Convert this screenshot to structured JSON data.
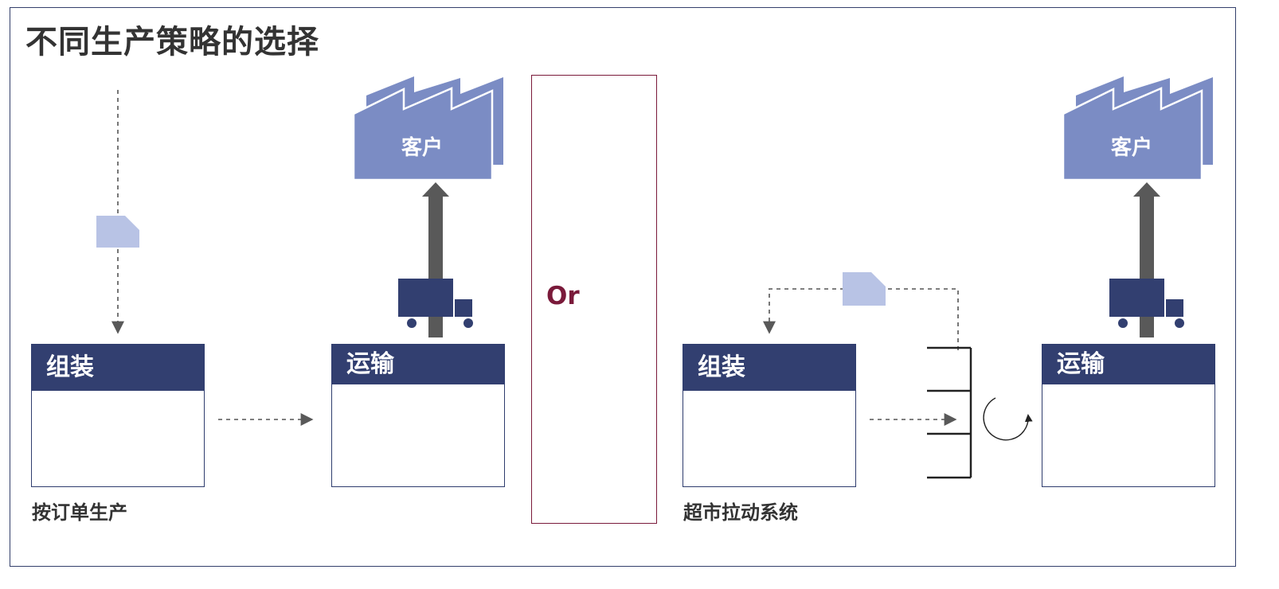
{
  "title": "不同生产策略的选择",
  "left_flow": {
    "assembly_label": "组装",
    "transport_label": "运输",
    "customer_label": "客户",
    "caption": "按订单生产"
  },
  "separator_label": "Or",
  "right_flow": {
    "assembly_label": "组装",
    "transport_label": "运输",
    "customer_label": "客户",
    "caption": "超市拉动系统"
  },
  "colors": {
    "process_header": "#323f70",
    "factory": "#7b8cc4",
    "kanban_card": "#b8c3e5",
    "truck": "#323f70",
    "shipment_arrow": "#595959",
    "or_accent": "#7a1a3a"
  }
}
